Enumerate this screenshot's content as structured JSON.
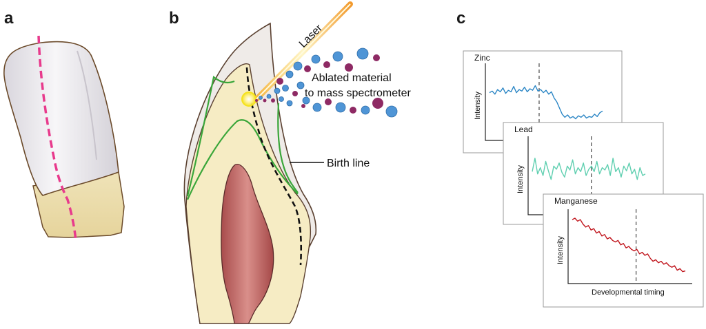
{
  "panels": {
    "a": {
      "letter": "a"
    },
    "b": {
      "letter": "b",
      "laser_label": "Laser",
      "ablated_line1": "Ablated material",
      "ablated_line2": "to mass spectrometer",
      "birth_line_label": "Birth line"
    },
    "c": {
      "letter": "c",
      "ylabel": "Intensity",
      "xlabel": "Developmental timing"
    }
  },
  "chart_data": [
    {
      "type": "line",
      "title": "Zinc",
      "ylabel": "Intensity",
      "color": "#2b86c5",
      "dashed_marker_fraction": 0.43,
      "values": [
        0.62,
        0.64,
        0.6,
        0.66,
        0.63,
        0.68,
        0.61,
        0.65,
        0.63,
        0.7,
        0.62,
        0.66,
        0.64,
        0.69,
        0.63,
        0.67,
        0.65,
        0.71,
        0.64,
        0.66,
        0.62,
        0.65,
        0.6,
        0.63,
        0.55,
        0.5,
        0.42,
        0.34,
        0.3,
        0.33,
        0.29,
        0.31,
        0.28,
        0.32,
        0.3,
        0.33,
        0.29,
        0.31,
        0.3,
        0.34,
        0.31,
        0.36,
        0.38
      ]
    },
    {
      "type": "line",
      "title": "Lead",
      "ylabel": "Intensity",
      "color": "#5fcfb0",
      "dashed_marker_fraction": 0.51,
      "values": [
        0.55,
        0.72,
        0.52,
        0.6,
        0.5,
        0.68,
        0.56,
        0.45,
        0.62,
        0.58,
        0.66,
        0.54,
        0.48,
        0.62,
        0.57,
        0.7,
        0.52,
        0.6,
        0.55,
        0.66,
        0.5,
        0.58,
        0.62,
        0.55,
        0.68,
        0.52,
        0.6,
        0.57,
        0.64,
        0.5,
        0.72,
        0.55,
        0.6,
        0.48,
        0.62,
        0.56,
        0.66,
        0.52,
        0.58,
        0.45,
        0.6,
        0.5,
        0.52
      ]
    },
    {
      "type": "line",
      "title": "Manganese",
      "ylabel": "Intensity",
      "xlabel": "Developmental timing",
      "color": "#c0141c",
      "dashed_marker_fraction": 0.55,
      "values": [
        0.86,
        0.88,
        0.84,
        0.86,
        0.8,
        0.76,
        0.78,
        0.72,
        0.74,
        0.68,
        0.7,
        0.64,
        0.66,
        0.6,
        0.62,
        0.58,
        0.56,
        0.58,
        0.52,
        0.54,
        0.48,
        0.5,
        0.46,
        0.44,
        0.46,
        0.4,
        0.42,
        0.38,
        0.4,
        0.34,
        0.3,
        0.32,
        0.28,
        0.3,
        0.26,
        0.28,
        0.24,
        0.22,
        0.24,
        0.18,
        0.2,
        0.16,
        0.17
      ]
    }
  ]
}
